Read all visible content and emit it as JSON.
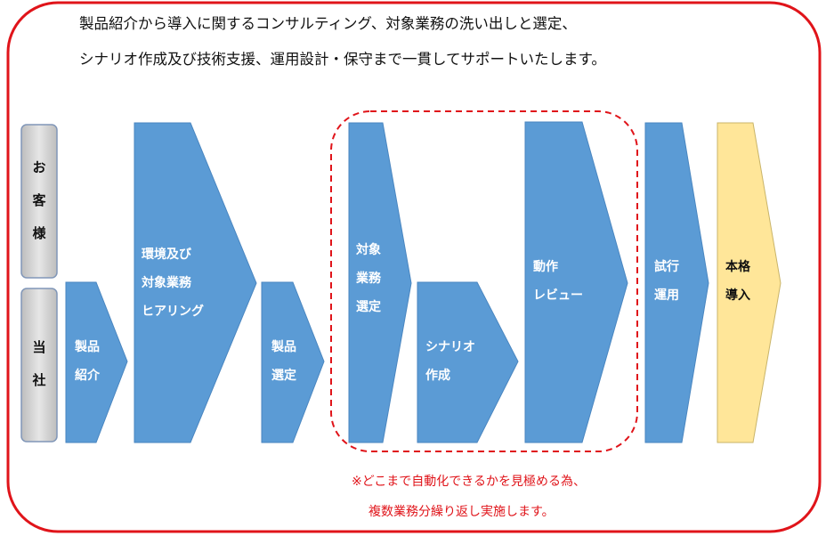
{
  "intro": {
    "line1": "製品紹介から導入に関するコンサルティング、対象業務の洗い出しと選定、",
    "line2": "シナリオ作成及び技術支援、運用設計・保守まで一貫してサポートいたします。"
  },
  "sides": {
    "customer": [
      "お",
      "客",
      "様"
    ],
    "company": [
      "当",
      "社"
    ]
  },
  "steps": [
    {
      "id": "product-intro",
      "lines": [
        "製品",
        "紹介"
      ]
    },
    {
      "id": "hearing",
      "lines": [
        "環境及び",
        "対象業務",
        "ヒアリング"
      ]
    },
    {
      "id": "product-select",
      "lines": [
        "製品",
        "選定"
      ]
    },
    {
      "id": "target-select",
      "lines": [
        "対象",
        "業務",
        "選定"
      ]
    },
    {
      "id": "scenario",
      "lines": [
        "シナリオ",
        "作成"
      ]
    },
    {
      "id": "review",
      "lines": [
        "動作",
        "レビュー"
      ]
    },
    {
      "id": "trial",
      "lines": [
        "試行",
        "運用"
      ]
    },
    {
      "id": "full",
      "lines": [
        "本格",
        "導入"
      ]
    }
  ],
  "note": {
    "line1": "※どこまで自動化できるかを見極める為、",
    "line2": "複数業務分繰り返し実施します。"
  },
  "colors": {
    "frame": "#e0141a",
    "arrow": "#5b9bd5",
    "arrow_stroke": "#4a86c0",
    "highlight": "#ffe699",
    "highlight_stroke": "#c9b469",
    "side_fill": "#d9d9d9",
    "side_stroke": "#8096b8"
  }
}
